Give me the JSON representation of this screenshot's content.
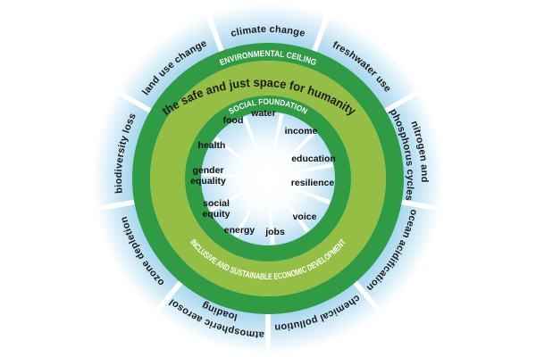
{
  "diagram": {
    "title": "the safe and just space for humanity",
    "environmental_ceiling_label": "ENVIRONMENTAL CEILING",
    "social_foundation_label": "SOCIAL FOUNDATION",
    "development_label": "INCLUSIVE AND SUSTAINABLE ECONOMIC DEVELOPMENT",
    "planetary_boundaries": [
      {
        "label": "climate change"
      },
      {
        "label": "freshwater use"
      },
      {
        "label": "nitrogen and phosphorus cycles",
        "lines": [
          "nitrogen and",
          "phosphorus cycles"
        ]
      },
      {
        "label": "ocean acidification"
      },
      {
        "label": "chemical pollution"
      },
      {
        "label": "atmospheric aerosol loading",
        "lines": [
          "atmospheric aerosol",
          "loading"
        ]
      },
      {
        "label": "ozone depletion"
      },
      {
        "label": "biodiversity loss"
      },
      {
        "label": "land use change"
      }
    ],
    "social_foundations": [
      {
        "label": "water"
      },
      {
        "label": "income"
      },
      {
        "label": "education"
      },
      {
        "label": "resilience"
      },
      {
        "label": "voice"
      },
      {
        "label": "jobs"
      },
      {
        "label": "energy"
      },
      {
        "label": "social equity",
        "lines": [
          "social",
          "equity"
        ]
      },
      {
        "label": "gender equality",
        "lines": [
          "gender",
          "equality"
        ]
      },
      {
        "label": "health"
      },
      {
        "label": "food"
      }
    ]
  },
  "colors": {
    "ring_green": "#2f9b45",
    "doughnut_green": "#95bf44",
    "boundary_blue": "#a6d6ee",
    "center_blue": "#badff2",
    "label_dark": "#1b1b1b",
    "ring_text_white": "#ffffff",
    "background": "#ffffff"
  }
}
